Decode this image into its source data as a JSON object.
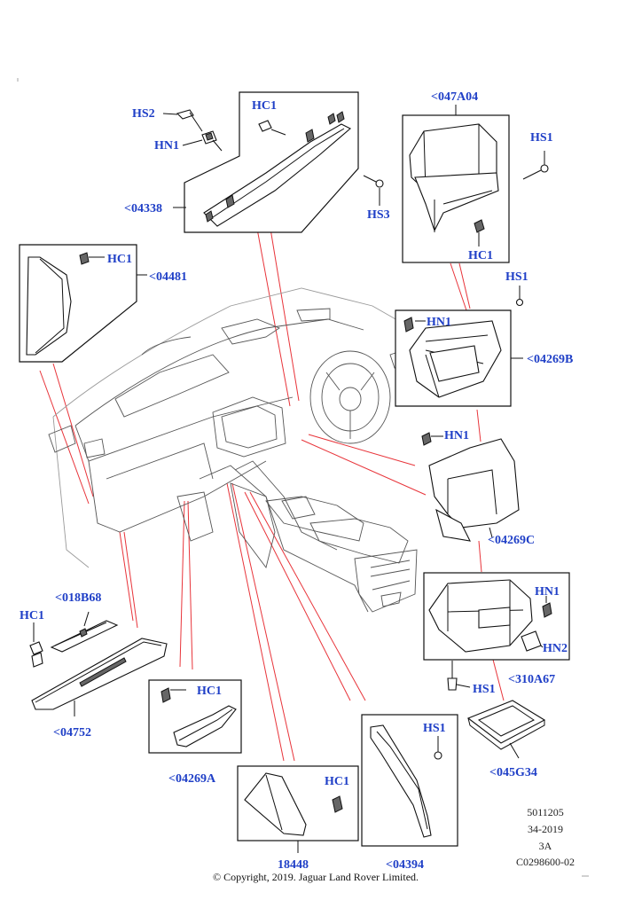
{
  "labels": {
    "hs2_top": "HS2",
    "hn1_top": "HN1",
    "hc1_topbox": "HC1",
    "p04338": "<04338",
    "hs3": "HS3",
    "p047A04": "<047A04",
    "hs1_topright": "HS1",
    "hc1_047": "HC1",
    "hc1_04481": "HC1",
    "p04481": "<04481",
    "hs1_04269B": "HS1",
    "hn1_04269B": "HN1",
    "p04269B": "<04269B",
    "hn1_04269C": "HN1",
    "p04269C": "<04269C",
    "p018B68": "<018B68",
    "hc1_left": "HC1",
    "p04752": "<04752",
    "hn1_310": "HN1",
    "hn2_310": "HN2",
    "hs1_310": "HS1",
    "p310A67": "<310A67",
    "hc1_04269A": "HC1",
    "p04269A": "<04269A",
    "hs1_04394": "HS1",
    "p045G34": "<045G34",
    "hc1_18448": "HC1",
    "p18448": "18448",
    "p04394": "<04394"
  },
  "reference": {
    "line1": "5011205",
    "line2": "34-2019",
    "line3": "3A",
    "line4": "C0298600-02"
  },
  "copyright": "© Copyright, 2019. Jaguar Land Rover Limited."
}
